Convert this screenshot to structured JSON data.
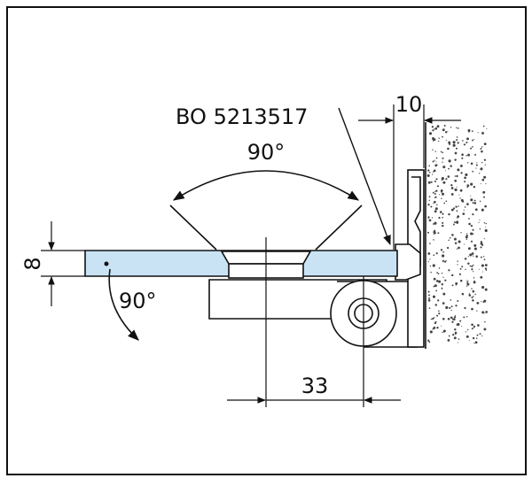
{
  "labels": {
    "part_number": "BO 5213517",
    "angle_top": "90°",
    "angle_swing": "90°",
    "dim_thickness": "8",
    "dim_wall_offset": "10",
    "dim_pivot_distance": "33"
  },
  "colors": {
    "glass": "#c9e3f5",
    "line": "#111111",
    "wall_speckle": "#444444"
  }
}
